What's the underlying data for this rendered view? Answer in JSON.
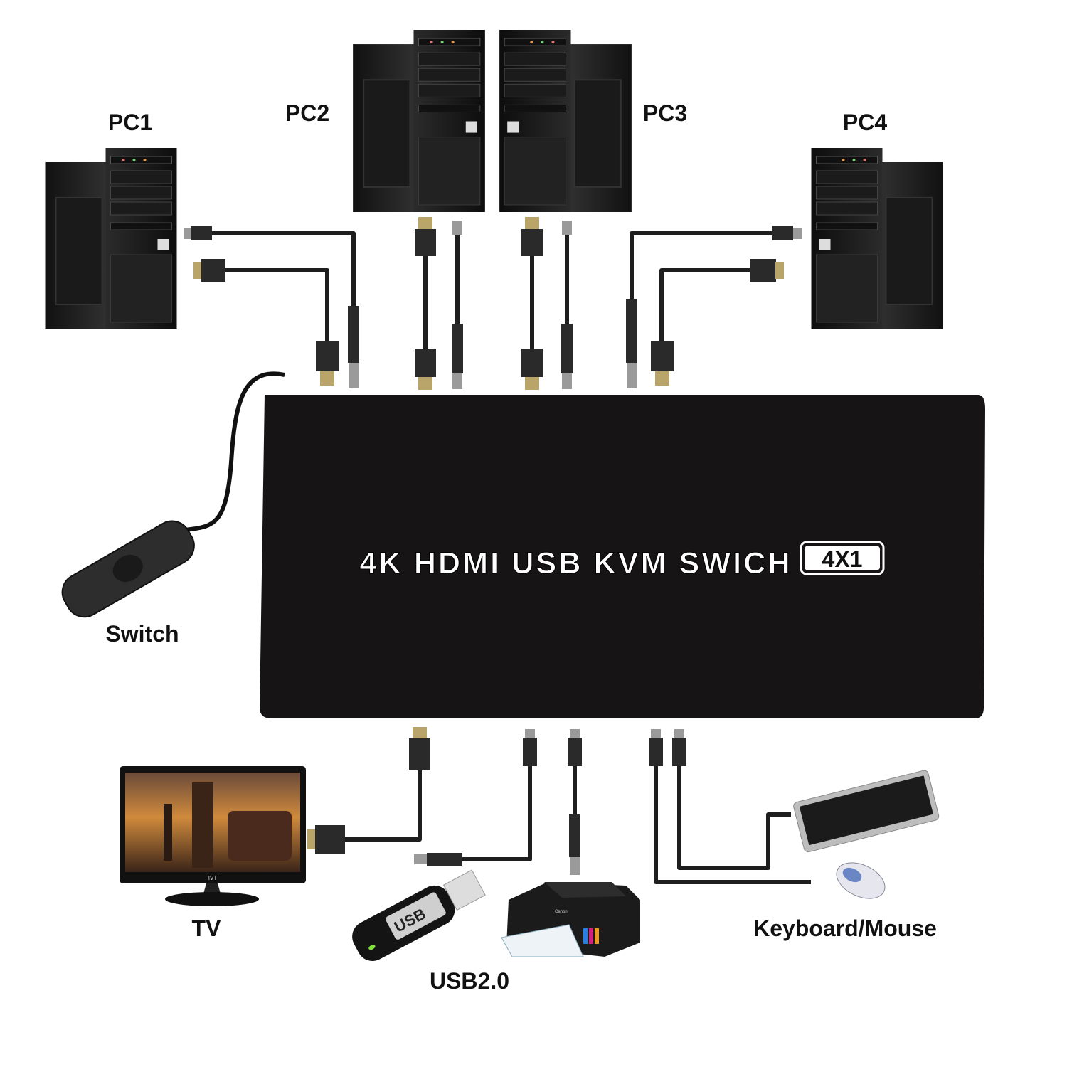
{
  "labels": {
    "pc1": "PC1",
    "pc2": "PC2",
    "pc3": "PC3",
    "pc4": "PC4",
    "switch": "Switch",
    "tv": "TV",
    "usb": "USB2.0",
    "keyboard_mouse": "Keyboard/Mouse"
  },
  "device": {
    "title": "4K HDMI USB KVM SWICH",
    "badge": "4X1"
  },
  "small_text": {
    "tv_brand": "IVT",
    "usb_stick": "USB",
    "printer_brand": "Canon"
  },
  "colors": {
    "device_body": "#161414",
    "cable": "#1e1e1e",
    "text": "#111111"
  }
}
